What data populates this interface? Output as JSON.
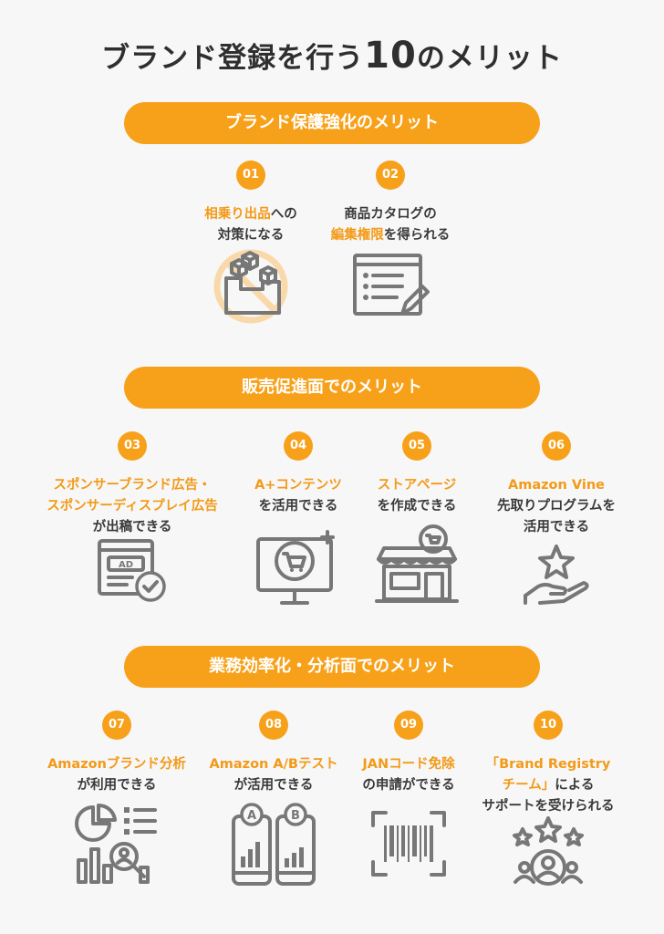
{
  "title": {
    "prefix": "ブランド登録を行う",
    "number": "10",
    "suffix": "のメリット"
  },
  "sections": [
    {
      "label": "ブランド保護強化のメリット"
    },
    {
      "label": "販売促進面でのメリット"
    },
    {
      "label": "業務効率化・分析面でのメリット"
    }
  ],
  "items": [
    {
      "num": "01",
      "lines": [
        [
          {
            "t": "相乗り出品",
            "hl": true
          },
          {
            "t": "への"
          }
        ],
        [
          {
            "t": "対策になる"
          }
        ]
      ],
      "icon": "no-packages-icon"
    },
    {
      "num": "02",
      "lines": [
        [
          {
            "t": "商品カタログの"
          }
        ],
        [
          {
            "t": "編集権限",
            "hl": true
          },
          {
            "t": "を得られる"
          }
        ]
      ],
      "icon": "catalog-edit-icon"
    },
    {
      "num": "03",
      "lines": [
        [
          {
            "t": "スポンサーブランド広告・",
            "hl": true
          }
        ],
        [
          {
            "t": "スポンサーディスプレイ広告",
            "hl": true
          }
        ],
        [
          {
            "t": "が出稿できる"
          }
        ]
      ],
      "icon": "ad-approved-icon"
    },
    {
      "num": "04",
      "lines": [
        [
          {
            "t": "A+コンテンツ",
            "hl": true
          }
        ],
        [
          {
            "t": "を活用できる"
          }
        ]
      ],
      "icon": "monitor-cart-icon"
    },
    {
      "num": "05",
      "lines": [
        [
          {
            "t": "ストアページ",
            "hl": true
          }
        ],
        [
          {
            "t": "を作成できる"
          }
        ]
      ],
      "icon": "storefront-icon"
    },
    {
      "num": "06",
      "lines": [
        [
          {
            "t": "Amazon Vine",
            "hl": true
          }
        ],
        [
          {
            "t": "先取りプログラムを"
          }
        ],
        [
          {
            "t": "活用できる"
          }
        ]
      ],
      "icon": "hand-star-icon"
    },
    {
      "num": "07",
      "lines": [
        [
          {
            "t": "Amazonブランド分析",
            "hl": true
          }
        ],
        [
          {
            "t": "が利用できる"
          }
        ]
      ],
      "icon": "analytics-icon"
    },
    {
      "num": "08",
      "lines": [
        [
          {
            "t": "Amazon A/Bテスト",
            "hl": true
          }
        ],
        [
          {
            "t": "が活用できる"
          }
        ]
      ],
      "icon": "ab-test-icon"
    },
    {
      "num": "09",
      "lines": [
        [
          {
            "t": "JANコード免除",
            "hl": true
          }
        ],
        [
          {
            "t": "の申請ができる"
          }
        ]
      ],
      "icon": "barcode-icon"
    },
    {
      "num": "10",
      "lines": [
        [
          {
            "t": "「Brand Registry",
            "hl": true
          }
        ],
        [
          {
            "t": "チーム」",
            "hl": true
          },
          {
            "t": "による"
          }
        ],
        [
          {
            "t": "サポートを受けられる"
          }
        ]
      ],
      "icon": "support-team-icon"
    }
  ],
  "colors": {
    "accent": "#f7a11a",
    "icon": "#777777",
    "background": "#f7f7f8"
  }
}
